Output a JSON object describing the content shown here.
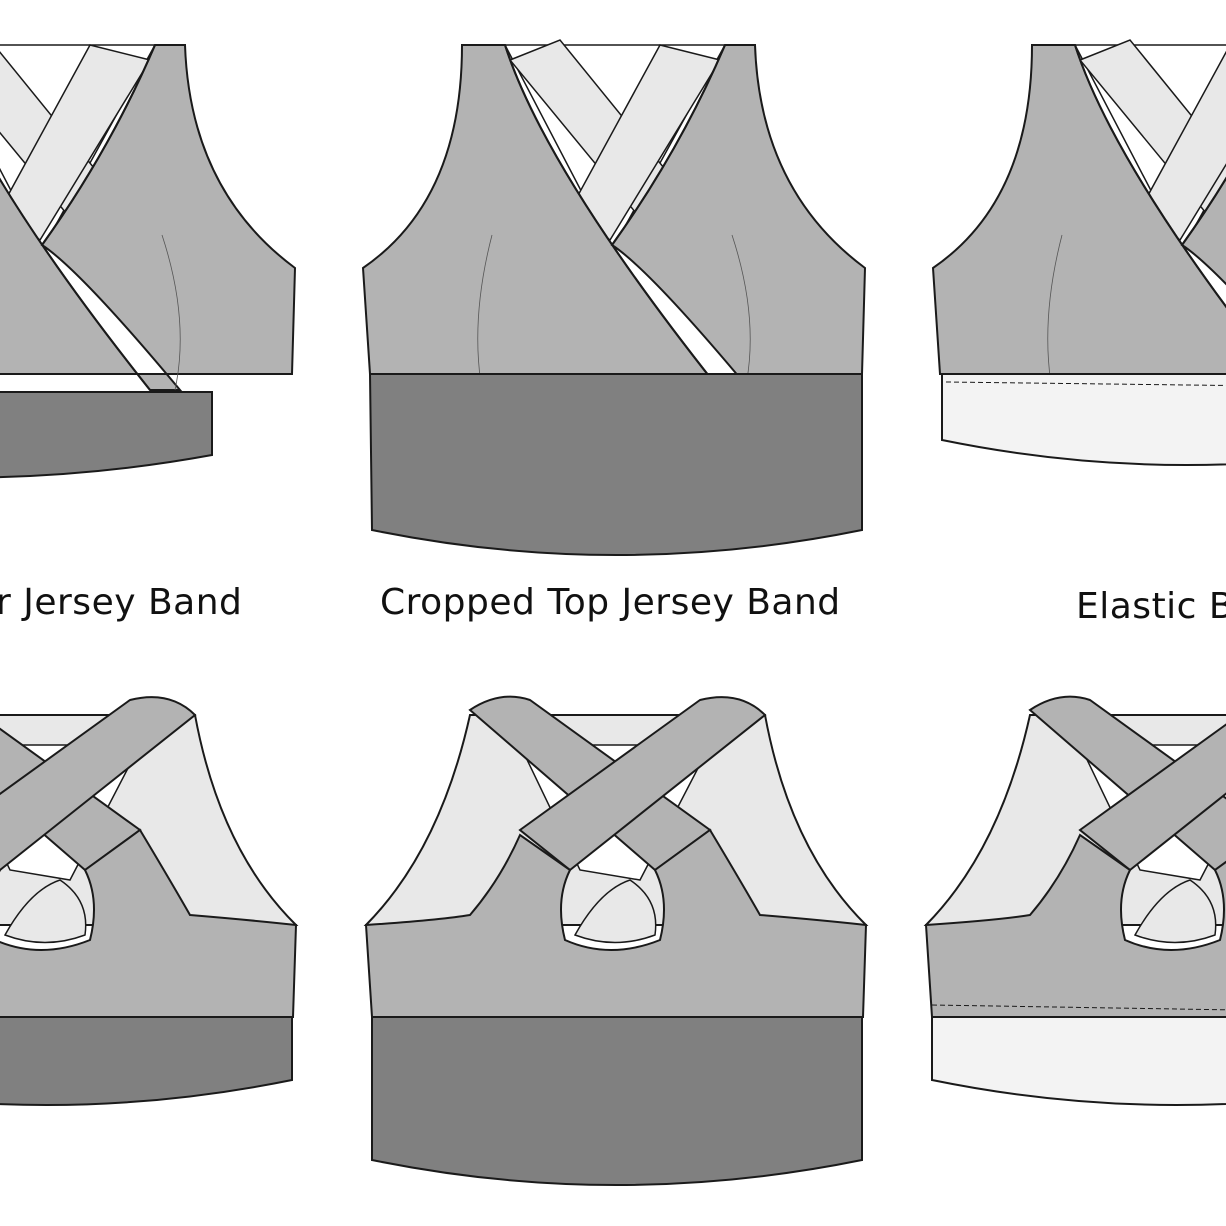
{
  "labels": {
    "left": "r Jersey Band",
    "center": "Cropped Top Jersey Band",
    "right": "Elastic Ba"
  },
  "colors": {
    "body": "#b3b3b3",
    "strap_light": "#e8e8e8",
    "band_dark": "#808080",
    "elastic": "#f3f3f3",
    "outline": "#1a1a1a"
  }
}
